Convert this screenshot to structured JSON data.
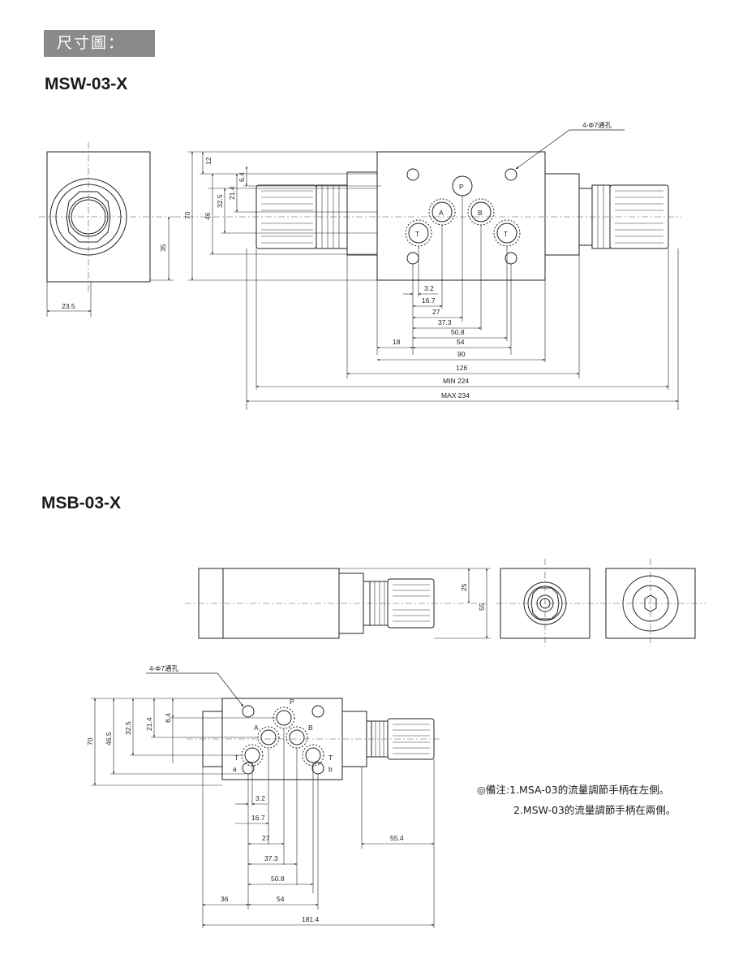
{
  "header": {
    "title": "尺寸圖："
  },
  "msw": {
    "model": "MSW-03-X",
    "hole_note": "4-Φ7通孔",
    "ports": {
      "p": "P",
      "a": "A",
      "b": "B",
      "t_left": "T",
      "t_right": "T"
    },
    "dims": {
      "h12": "12",
      "h70": "70",
      "h46": "46",
      "h32_5": "32.5",
      "h21_4": "21.4",
      "h6_4": "6.4",
      "h35": "35",
      "w23_5": "23.5",
      "x3_2": "3.2",
      "x16_7": "16.7",
      "x27": "27",
      "x37_3": "37.3",
      "x50_8": "50.8",
      "x18": "18",
      "x54": "54",
      "x90": "90",
      "x126": "126",
      "min224": "MIN 224",
      "max234": "MAX 234"
    }
  },
  "msb": {
    "model": "MSB-03-X",
    "hole_note": "4-Φ7通孔",
    "ports": {
      "p": "P",
      "a": "A",
      "b": "B",
      "t_left": "T",
      "t_right": "T",
      "a_small": "a",
      "b_small": "b"
    },
    "dims": {
      "h25": "25",
      "h55": "55",
      "h70": "70",
      "h46_5": "46.5",
      "h32_5": "32.5",
      "h21_4": "21.4",
      "h6_4": "6.4",
      "x3_2": "3.2",
      "x16_7": "16.7",
      "x27": "27",
      "x37_3": "37.3",
      "x50_8": "50.8",
      "x36": "36",
      "x54": "54",
      "x55_4": "55.4",
      "x181_4": "181.4"
    }
  },
  "notes": {
    "line1": "◎備注:1.MSA-03的流量調節手柄在左側。",
    "line2": "2.MSW-03的流量調節手柄在兩側。"
  }
}
